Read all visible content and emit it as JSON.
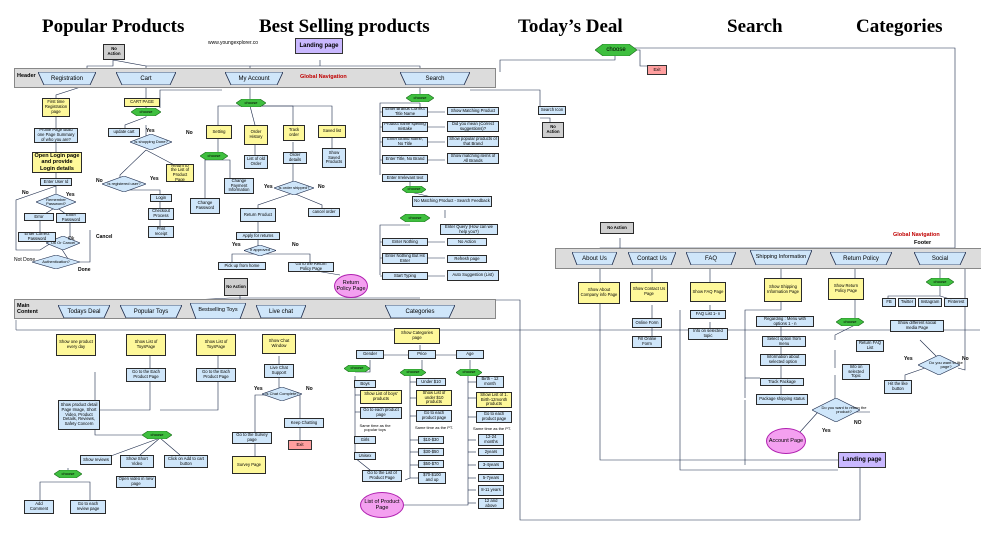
{
  "headers": {
    "h1": "Popular Products",
    "h2": "Best Selling products",
    "h3": "Today’s Deal",
    "h4": "Search",
    "h5": "Categories"
  },
  "url": "www.youngexplorer.co",
  "bars": {
    "header": "Header",
    "global_nav": "Global Navigation",
    "main": "Main Content",
    "global_nav2": "Global Navigation",
    "footer": "Footer"
  },
  "tabs": {
    "registration": "Registration",
    "cart": "Cart",
    "account": "My Account",
    "search": "Search",
    "about": "About Us",
    "contact": "Contact Us",
    "faq": "FAQ",
    "shipping": "Shipping Information",
    "return": "Return Policy",
    "social": "Social",
    "todays": "Todays Deal",
    "popular": "Popular Toys",
    "bestselling": "Bestselling Toys",
    "livechat": "Live chat",
    "categories": "Categories"
  },
  "decisions": {
    "choose_top": "choose",
    "choose_account": "choose",
    "choose_search": "choose",
    "choose_search2": "choose",
    "choose_settings": "choose",
    "choose_cart": "choose",
    "choose_prod": "choose",
    "choose_bottom": "choose",
    "choose_cat1": "choose",
    "choose_cat2": "choose",
    "choose_cat3": "choose",
    "choose_social": "choose",
    "choose_return": "choose",
    "shopping_done": "Is shopping Done?",
    "registered": "Is registered user?",
    "remember": "Remember Password?",
    "ok_cancel": "Ok Or Cancel",
    "authentication": "Authentication?",
    "order_shipped": "is order shipped?",
    "approved": "If approved",
    "chat_complete": "Is Chat Complete?",
    "want_return": "Do you want to return the product?",
    "like_page": "Do you want to like page?"
  },
  "nodes": {
    "no_action_top": "No Action",
    "landing_top": "Landing page",
    "exit_top": "Exit",
    "first_time": "First time Registration page",
    "profile_page": "Profile Page Build one Page Summary of who you are?",
    "open_login": "Open Login page and provide Login details",
    "enter_userid": "Enter User Id",
    "error": "Error",
    "enter_password": "Enter Password",
    "enter_correct_pw": "Enter Correct Password",
    "not_done": "Not Done",
    "done": "Done",
    "cart_page": "CART PAGE",
    "update_cart": "update cart",
    "login": "Login",
    "checkout": "Checkout Process",
    "print_receipt": "Print receipt",
    "return_list": "Return to the List of Product Page",
    "setting": "Setting",
    "order_history": "Order History",
    "track_order": "Track order",
    "saved_list": "Saved list",
    "list_old_order": "List of old Order",
    "order_details": "Order details",
    "show_saved": "Show Saved Products",
    "change_payment": "Change Payment Information",
    "change_password": "Change Password",
    "return_product": "Return Product",
    "cancel_order": "cancel order",
    "apply_returns": "Apply for returns",
    "pick_up": "Pick up from home",
    "go_return_page": "Go to the Return Policy Page",
    "return_policy_page": "Return Policy Page",
    "no_action_mid": "No Action",
    "s_correct": "Enter Brands Correct Title Name",
    "s_matching": "Show Matching Product",
    "s_misspell": "Product name spelling mistake",
    "s_suggestion": "Did you mean (Correct suggestions)?",
    "s_brand_notitle": "Enter Brand Name, No Title",
    "s_popular": "Show popular products of that Brand",
    "s_title_nobrand": "Enter Title, No Brand",
    "s_all_brands": "Show matching items of All Brands",
    "s_irrelevant": "Enter Irrelevant text",
    "s_no_match": "No Matching Product - Search Feedback",
    "s_query": "Enter Query (How can we help you?)",
    "s_nothing": "Enter Nothing",
    "s_no_action": "No Action",
    "s_nothing_hit": "Enter Nothing But Hit Enter",
    "s_refresh": "Refresh page",
    "s_start_typing": "Start Typing",
    "s_auto": "Auto Suggestion (List)",
    "s_icon": "Search Icon",
    "s_icon_noaction": "No Action",
    "no_action_footer": "No Action",
    "f_about_info": "Show About Company info Page",
    "f_contact_page": "Show Contact Us Page",
    "f_online_form": "Online Form",
    "f_fill_form": "Fill Online Form",
    "f_faq_page": "Show FAQ Page",
    "f_faq_list": "FAQ List 1- n",
    "f_faq_info": "Info on selected topic",
    "f_ship_page": "Show Shipping Information Page",
    "f_regarding": "Regarding : Menu with options 1 - n",
    "f_select_option": "Select option from menu",
    "f_info_option": "Information about selected option",
    "f_track_package": "Track Package",
    "f_package_status": "Package shipping status",
    "account_page": "Account Page",
    "f_return_page": "Show Return Policy Page",
    "f_return_faq": "Return FAQ List",
    "f_return_info": "Info on selected Topic",
    "fb": "FB",
    "twitter": "Twitter",
    "instagram": "Instagram",
    "pinterest": "Pinterest",
    "social_media": "Show different social media Page",
    "hit_like": "Hit the like button",
    "landing_bottom": "Landing page",
    "one_product": "Show one product every day",
    "show_toys": "Show List of ToysPage",
    "each_product_a": "Go to the Each Product Page",
    "show_toys2": "Show List of ToysPage",
    "each_product_b": "Go to the Each Product Page",
    "show_chat": "Show Chat Window",
    "live_chat_support": "Live Chat Support",
    "keep_chatting": "Keep Chatting",
    "exit_chat": "Exit",
    "survey_go": "Go to the Survey page",
    "survey_page": "Survey Page",
    "product_detail": "Show product detail Page Image, Short Video, Product Details, Reviews, Safety Concern",
    "show_reviews": "Show reviews",
    "short_video": "Show Short Video",
    "click_add": "Click on Add to cart button",
    "open_video": "Open video in new page",
    "add_comment": "Add Comment",
    "go_review": "Go to each review page",
    "show_cat_page": "Show Categories page",
    "gender": "Gender",
    "price": "Price",
    "age": "Age",
    "boys": "Boys",
    "boys_list": "Show List of boys' products",
    "boys_each": "Go to each product page",
    "same_time": "Same time as the popular toys",
    "girls": "Girls",
    "unisex": "Unisex",
    "cat_list": "Go to the List of Product Page",
    "under10": "Under $10",
    "under10_list": "Show List of under $10 products",
    "under10_each": "Go to each product page",
    "same_ft": "Same time as the PT.",
    "p10_30": "$10-$30",
    "p30_50": "$30-$50",
    "p50_70": "$50-$70",
    "p70_100": "$70-$100 and up",
    "birth": "Birth - 12 month",
    "birth_list": "Show List of 1. Birth-12month products",
    "birth_each": "Go to each product page",
    "same_ft2": "Same time as the PT.",
    "m12_24": "12-24 months",
    "y2": "2years",
    "y3_4": "3-4years",
    "y5_7": "5-7years",
    "y8_11": "8-11 years",
    "y12": "12 and above",
    "list_product_page": "List of Product Page"
  },
  "labels": {
    "yes": "Yes",
    "no": "No",
    "cancel": "Cancel",
    "ok": "Ok",
    "no2": "NO"
  }
}
